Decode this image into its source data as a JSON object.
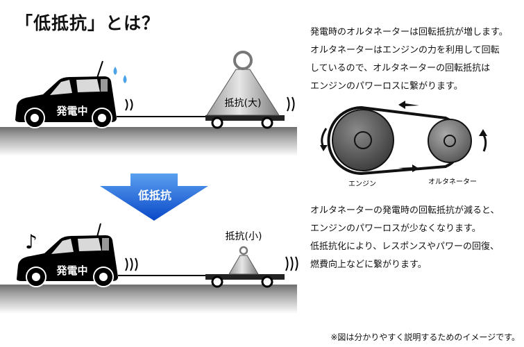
{
  "title": "「低抵抗」とは？",
  "top_scene": {
    "car_label": "発電中",
    "weight_label": "抵抗(大)"
  },
  "arrow_label": "低抵抗",
  "bottom_scene": {
    "car_label": "発電中",
    "weight_label": "抵抗(小)"
  },
  "belt_diagram": {
    "engine_label": "エンジン",
    "alternator_label": "オルタネーター"
  },
  "explanation_1": [
    "発電時のオルタネーターは回転抵抗が増します。",
    "オルタネーターはエンジンの力を利用して回転",
    "しているので、オルタネーターの回転抵抗は",
    "エンジンのパワーロスに繋がります。"
  ],
  "explanation_2": [
    "オルタネーターの発電時の回転抵抗が減ると、",
    "エンジンのパワーロスが少なくなります。",
    "低抵抗化により、レスポンスやパワーの回復、",
    "燃費向上などに繋がります。"
  ],
  "footnote": "※図は分かりやすく説明するためのイメージです。",
  "colors": {
    "arrow_blue": "#1a5fd6",
    "road_gray": "#8c8c8c",
    "car_black": "#000000"
  }
}
